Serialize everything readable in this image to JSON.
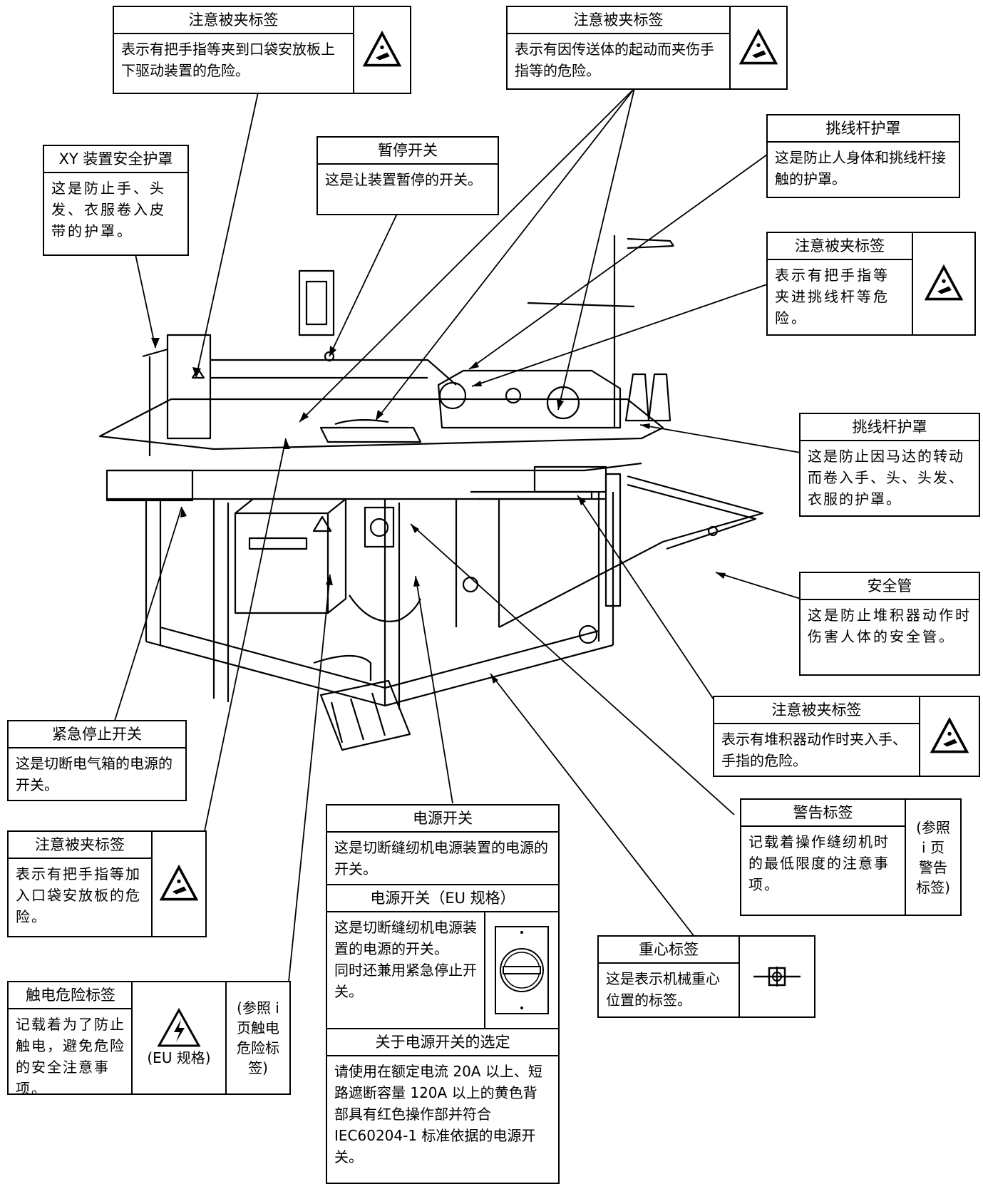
{
  "callouts": {
    "pinch_pocket_drive": {
      "title": "注意被夹标签",
      "body": "表示有把手指等夹到口袋安放板上下驱动装置的危险。"
    },
    "pinch_conveyor": {
      "title": "注意被夹标签",
      "body": "表示有因传送体的起动而夹伤手指等的危险。"
    },
    "xy_cover": {
      "title": "XY 装置安全护罩",
      "body": "这是防止手、头发、衣服卷入皮带的护罩。"
    },
    "pause_switch": {
      "title": "暂停开关",
      "body": "这是让装置暂停的开关。"
    },
    "takeup_cover_1": {
      "title": "挑线杆护罩",
      "body": "这是防止人身体和挑线杆接触的护罩。"
    },
    "pinch_takeup": {
      "title": "注意被夹标签",
      "body": "表示有把手指等夹进挑线杆等危险。"
    },
    "takeup_cover_2": {
      "title": "挑线杆护罩",
      "body": "这是防止因马达的转动而卷入手、头、头发、衣服的护罩。"
    },
    "safety_pipe": {
      "title": "安全管",
      "body": "这是防止堆积器动作时伤害人体的安全管。"
    },
    "pinch_stacker": {
      "title": "注意被夹标签",
      "body": "表示有堆积器动作时夹入手、手指的危险。"
    },
    "emergency_stop": {
      "title": "紧急停止开关",
      "body": "这是切断电气箱的电源的开关。"
    },
    "warning_label": {
      "title": "警告标签",
      "body": "记载着操作缝纫机时的最低限度的注意事项。",
      "ref": "(参照\ni 页\n警告\n标签)"
    },
    "pinch_pocket_plate": {
      "title": "注意被夹标签",
      "body": "表示有把手指等加入口袋安放板的危险。"
    },
    "center_gravity": {
      "title": "重心标签",
      "body": "这是表示机械重心位置的标签。"
    },
    "power_switch": {
      "title": "电源开关",
      "body": "这是切断缝纫机电源装置的电源的开关。",
      "eu_title": "电源开关（EU 规格）",
      "eu_body": "这是切断缝纫机电源装置的电源的开关。\n同时还兼用紧急停止开关。",
      "select_title": "关于电源开关的选定",
      "select_body": "请使用在额定电流 20A 以上、短路遮断容量 120A 以上的黄色背部具有红色操作部并符合 IEC60204-1 标准依据的电源开关。"
    },
    "shock_hazard": {
      "title": "触电危险标签",
      "body": "记载着为了防止触电，避免危险的安全注意事项。",
      "eu_note": "(EU 规格)",
      "ref": "(参照 i\n页触电\n危险标\n签)"
    }
  }
}
